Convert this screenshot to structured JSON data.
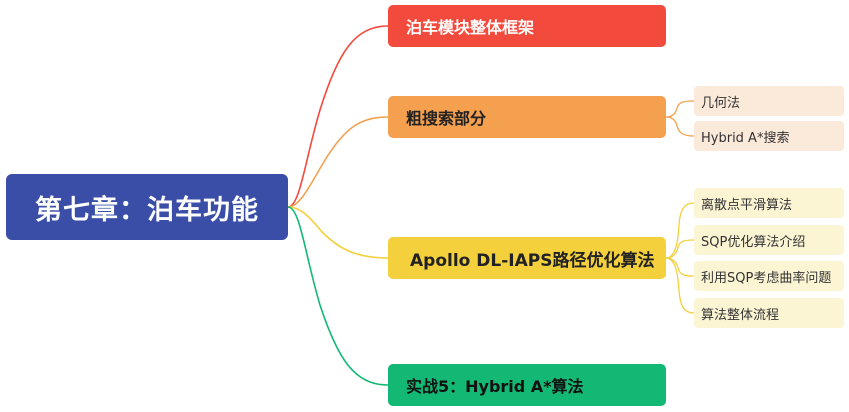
{
  "root": {
    "label": "第七章：泊车功能",
    "color": "#3a4ea8"
  },
  "branches": [
    {
      "label": "泊车模块整体框架",
      "color": "#f24a3c",
      "children": []
    },
    {
      "label": "粗搜索部分",
      "color": "#f4a04e",
      "children": [
        "几何法",
        "Hybrid A*搜索"
      ]
    },
    {
      "label": "Apollo DL-IAPS路径优化算法",
      "color": "#f3d03c",
      "children": [
        "离散点平滑算法",
        "SQP优化算法介绍",
        "利用SQP考虑曲率问题",
        "算法整体流程"
      ]
    },
    {
      "label": "实战5：Hybrid A*算法",
      "color": "#12b873",
      "children": []
    }
  ]
}
